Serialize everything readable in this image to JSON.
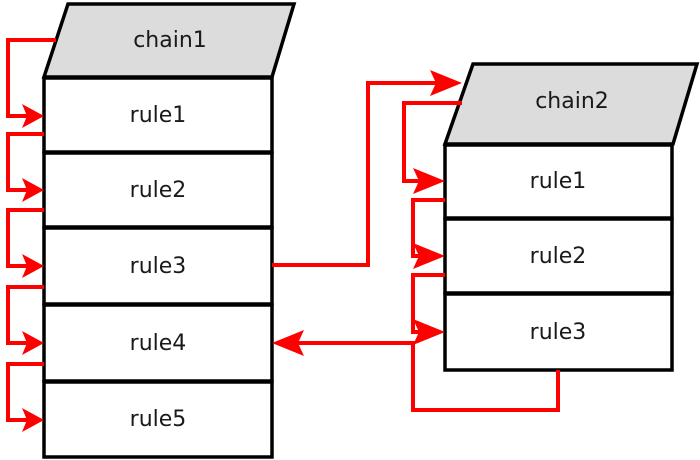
{
  "diagram": {
    "title": "packet traversal between rule chains",
    "background_color": "#ffffff",
    "box_fill": "#ffffff",
    "header_fill": "#dcdcdc",
    "box_stroke": "#000000",
    "arrow_color": "#ff0000"
  },
  "chains": [
    {
      "id": "chain1",
      "header_label": "chain1",
      "rules": [
        {
          "label": "rule1"
        },
        {
          "label": "rule2"
        },
        {
          "label": "rule3"
        },
        {
          "label": "rule4"
        },
        {
          "label": "rule5"
        }
      ]
    },
    {
      "id": "chain2",
      "header_label": "chain2",
      "rules": [
        {
          "label": "rule1"
        },
        {
          "label": "rule2"
        },
        {
          "label": "rule3"
        }
      ]
    }
  ],
  "flows": [
    {
      "name": "chain1-entry-to-rule1",
      "from": "chain1.header",
      "to": "chain1.rule1"
    },
    {
      "name": "chain1-rule1-to-rule2",
      "from": "chain1.rule1",
      "to": "chain1.rule2"
    },
    {
      "name": "chain1-rule2-to-rule3",
      "from": "chain1.rule2",
      "to": "chain1.rule3"
    },
    {
      "name": "chain1-rule3-to-rule4",
      "from": "chain1.rule3",
      "to": "chain1.rule4"
    },
    {
      "name": "chain1-rule4-to-rule5",
      "from": "chain1.rule4",
      "to": "chain1.rule5"
    },
    {
      "name": "chain1-rule3-jump-to-chain2",
      "from": "chain1.rule3",
      "to": "chain2.header"
    },
    {
      "name": "chain2-entry-to-rule1",
      "from": "chain2.header",
      "to": "chain2.rule1"
    },
    {
      "name": "chain2-rule1-to-rule2",
      "from": "chain2.rule1",
      "to": "chain2.rule2"
    },
    {
      "name": "chain2-rule2-to-rule3",
      "from": "chain2.rule2",
      "to": "chain2.rule3"
    },
    {
      "name": "chain2-return-to-chain1-rule4",
      "from": "chain2.rule3",
      "to": "chain1.rule4"
    }
  ]
}
